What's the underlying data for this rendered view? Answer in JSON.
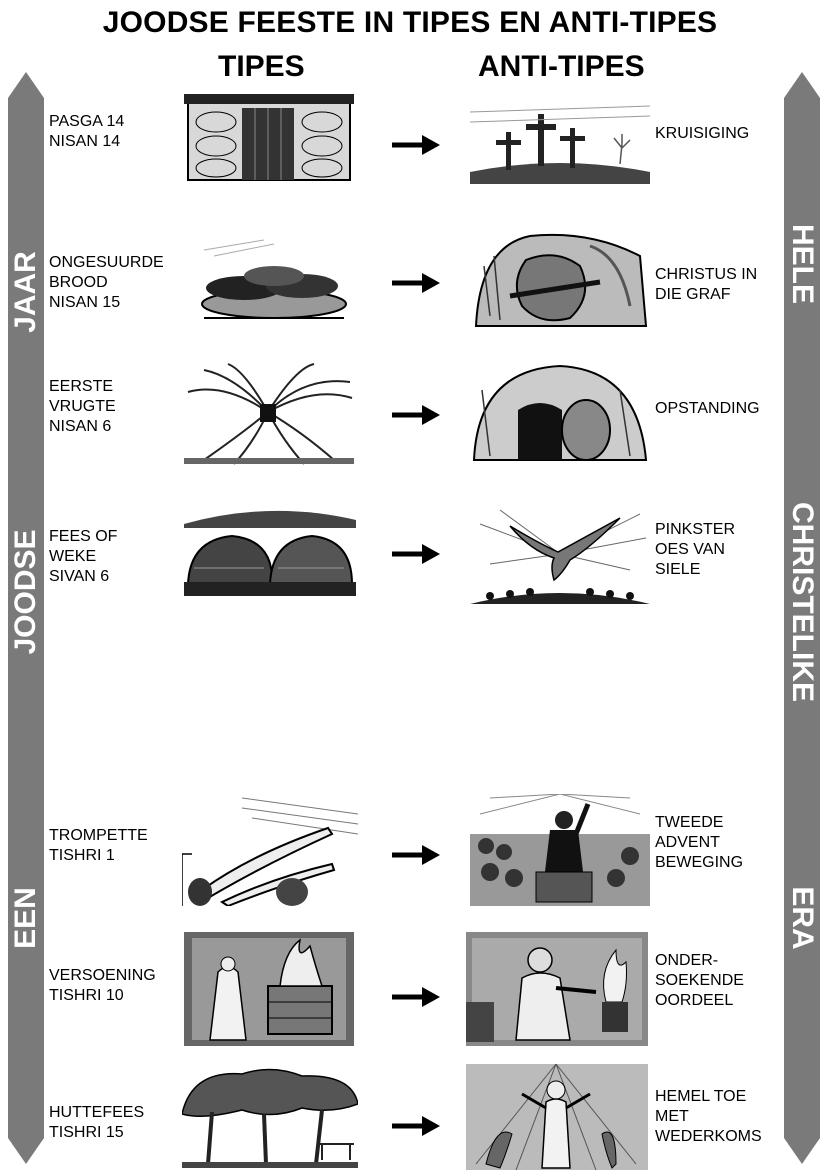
{
  "title": "JOODSE FEESTE IN TIPES EN ANTI-TIPES",
  "column_headers": {
    "types": "TIPES",
    "antitypes": "ANTI-TIPES"
  },
  "side_labels": {
    "left": [
      "JAAR",
      "JOODSE",
      "EEN"
    ],
    "right": [
      "HELE",
      "CHRISTELIKE",
      "ERA"
    ]
  },
  "rows": [
    {
      "type_lines": [
        "PASGA 14",
        "NISAN 14"
      ],
      "type_image": "door-illustration",
      "antitype_image": "three-crosses-illustration",
      "antitype_lines": [
        "KRUISIGING"
      ]
    },
    {
      "type_lines": [
        "ONGESUURDE",
        "BROOD",
        "NISAN 15"
      ],
      "type_image": "unleavened-bread-illustration",
      "antitype_image": "tomb-stone-illustration",
      "antitype_lines": [
        "CHRISTUS IN",
        "DIE GRAF"
      ]
    },
    {
      "type_lines": [
        "EERSTE",
        "VRUGTE",
        "NISAN 6"
      ],
      "type_image": "sheaf-illustration",
      "antitype_image": "open-tomb-illustration",
      "antitype_lines": [
        "OPSTANDING"
      ]
    },
    {
      "type_lines": [
        "FEES OF",
        "WEKE",
        "SIVAN 6"
      ],
      "type_image": "two-loaves-illustration",
      "antitype_image": "dove-illustration",
      "antitype_lines": [
        "PINKSTER",
        "OES VAN",
        "SIELE"
      ]
    },
    {
      "type_lines": [
        "TROMPETTE",
        "TISHRI 1"
      ],
      "type_image": "trumpets-illustration",
      "antitype_image": "preacher-illustration",
      "antitype_lines": [
        "TWEEDE",
        "ADVENT",
        "BEWEGING"
      ]
    },
    {
      "type_lines": [
        "VERSOENING",
        "TISHRI 10"
      ],
      "type_image": "altar-illustration",
      "antitype_image": "priest-illustration",
      "antitype_lines": [
        "ONDER-",
        "SOEKENDE",
        "OORDEEL"
      ]
    },
    {
      "type_lines": [
        "HUTTEFEES",
        "TISHRI 15"
      ],
      "type_image": "booths-illustration",
      "antitype_image": "second-coming-illustration",
      "antitype_lines": [
        "HEMEL TOE",
        "MET",
        "WEDERKOMS"
      ]
    }
  ]
}
